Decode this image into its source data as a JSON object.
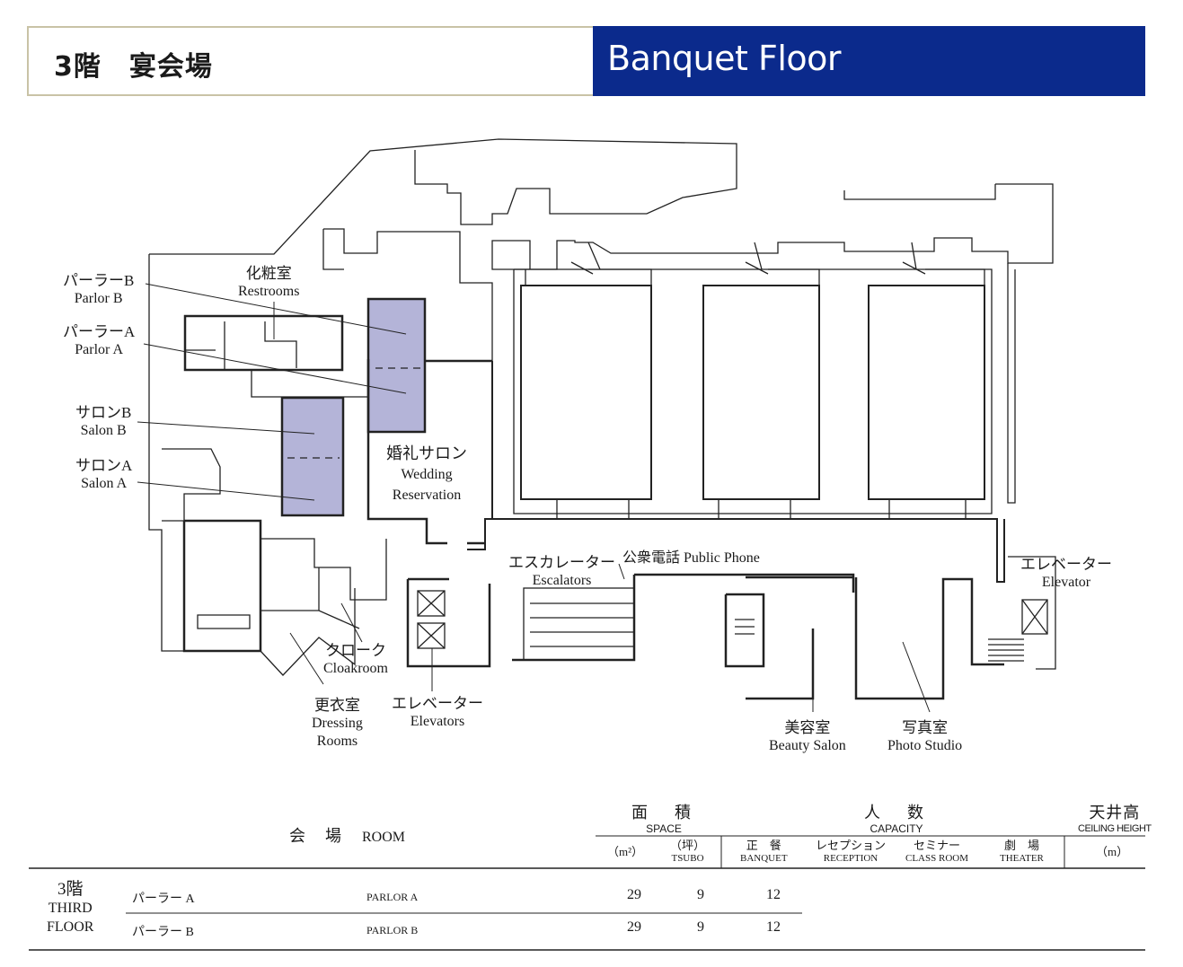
{
  "header": {
    "jp_title": "3階　宴会場",
    "en_title": "Banquet Floor",
    "accent_color": "#0b2a8c"
  },
  "plan_labels": {
    "parlor_b": {
      "jp": "パーラーB",
      "en": "Parlor B"
    },
    "restrooms": {
      "jp": "化粧室",
      "en": "Restrooms"
    },
    "parlor_a": {
      "jp": "パーラーA",
      "en": "Parlor A"
    },
    "salon_b": {
      "jp": "サロンB",
      "en": "Salon B"
    },
    "salon_a": {
      "jp": "サロンA",
      "en": "Salon A"
    },
    "wedding": {
      "jp": "婚礼サロン",
      "en1": "Wedding",
      "en2": "Reservation"
    },
    "escalators": {
      "jp": "エスカレーター",
      "en": "Escalators"
    },
    "public_phone": {
      "jp": "公衆電話",
      "en": "Public Phone"
    },
    "elevator_right": {
      "jp": "エレベーター",
      "en": "Elevator"
    },
    "cloakroom": {
      "jp": "クローク",
      "en": "Cloakroom"
    },
    "dressing": {
      "jp": "更衣室",
      "en1": "Dressing",
      "en2": "Rooms"
    },
    "elevators": {
      "jp": "エレベーター",
      "en": "Elevators"
    },
    "beauty": {
      "jp": "美容室",
      "en": "Beauty Salon"
    },
    "photo": {
      "jp": "写真室",
      "en": "Photo Studio"
    }
  },
  "highlight_color": "#b4b4d8",
  "table": {
    "room_header": {
      "jp": "会　場",
      "en": "ROOM"
    },
    "space_header": {
      "jp": "面　積",
      "en": "SPACE"
    },
    "capacity_header": {
      "jp": "人　数",
      "en": "CAPACITY"
    },
    "ceiling_header": {
      "jp": "天井高",
      "en": "CEILING HEIGHT"
    },
    "sub_headers": {
      "m2": "（m²）",
      "tsubo_jp": "（坪）",
      "tsubo_en": "TSUBO",
      "banquet_jp": "正　餐",
      "banquet_en": "BANQUET",
      "reception_jp": "レセプション",
      "reception_en": "RECEPTION",
      "seminar_jp": "セミナー",
      "seminar_en": "CLASS ROOM",
      "theater_jp": "劇　場",
      "theater_en": "THEATER",
      "m": "（m）"
    },
    "floor": {
      "jp": "3階",
      "en1": "THIRD",
      "en2": "FLOOR"
    },
    "rows": [
      {
        "jp": "パーラー A",
        "en": "PARLOR A",
        "m2": "29",
        "tsubo": "9",
        "banquet": "12"
      },
      {
        "jp": "パーラー B",
        "en": "PARLOR B",
        "m2": "29",
        "tsubo": "9",
        "banquet": "12"
      }
    ]
  }
}
